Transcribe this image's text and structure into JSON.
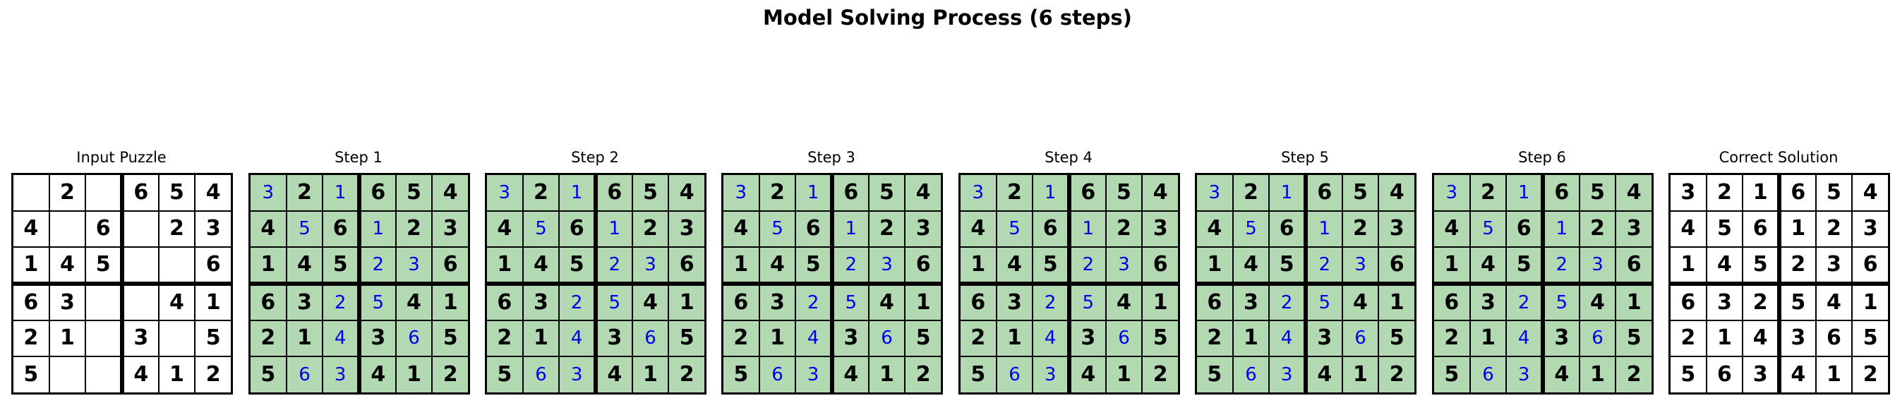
{
  "title": "Model Solving Process (6 steps)",
  "colors": {
    "correct_cell_bg": "#b2d9b2",
    "empty_cell_bg": "#ffffff",
    "given_digit": "#000000",
    "filled_digit": "#0000ee"
  },
  "panels": [
    {
      "label": "Input Puzzle",
      "kind": "input",
      "grid": [
        [
          "",
          "2",
          "",
          "6",
          "5",
          "4"
        ],
        [
          "4",
          "",
          "6",
          "",
          "2",
          "3"
        ],
        [
          "1",
          "4",
          "5",
          "",
          "",
          "6"
        ],
        [
          "6",
          "3",
          "",
          "",
          "4",
          "1"
        ],
        [
          "2",
          "1",
          "",
          "3",
          "",
          "5"
        ],
        [
          "5",
          "",
          "",
          "4",
          "1",
          "2"
        ]
      ]
    },
    {
      "label": "Step 1",
      "kind": "step",
      "grid": [
        [
          "3",
          "2",
          "1",
          "6",
          "5",
          "4"
        ],
        [
          "4",
          "5",
          "6",
          "1",
          "2",
          "3"
        ],
        [
          "1",
          "4",
          "5",
          "2",
          "3",
          "6"
        ],
        [
          "6",
          "3",
          "2",
          "5",
          "4",
          "1"
        ],
        [
          "2",
          "1",
          "4",
          "3",
          "6",
          "5"
        ],
        [
          "5",
          "6",
          "3",
          "4",
          "1",
          "2"
        ]
      ]
    },
    {
      "label": "Step 2",
      "kind": "step",
      "grid": [
        [
          "3",
          "2",
          "1",
          "6",
          "5",
          "4"
        ],
        [
          "4",
          "5",
          "6",
          "1",
          "2",
          "3"
        ],
        [
          "1",
          "4",
          "5",
          "2",
          "3",
          "6"
        ],
        [
          "6",
          "3",
          "2",
          "5",
          "4",
          "1"
        ],
        [
          "2",
          "1",
          "4",
          "3",
          "6",
          "5"
        ],
        [
          "5",
          "6",
          "3",
          "4",
          "1",
          "2"
        ]
      ]
    },
    {
      "label": "Step 3",
      "kind": "step",
      "grid": [
        [
          "3",
          "2",
          "1",
          "6",
          "5",
          "4"
        ],
        [
          "4",
          "5",
          "6",
          "1",
          "2",
          "3"
        ],
        [
          "1",
          "4",
          "5",
          "2",
          "3",
          "6"
        ],
        [
          "6",
          "3",
          "2",
          "5",
          "4",
          "1"
        ],
        [
          "2",
          "1",
          "4",
          "3",
          "6",
          "5"
        ],
        [
          "5",
          "6",
          "3",
          "4",
          "1",
          "2"
        ]
      ]
    },
    {
      "label": "Step 4",
      "kind": "step",
      "grid": [
        [
          "3",
          "2",
          "1",
          "6",
          "5",
          "4"
        ],
        [
          "4",
          "5",
          "6",
          "1",
          "2",
          "3"
        ],
        [
          "1",
          "4",
          "5",
          "2",
          "3",
          "6"
        ],
        [
          "6",
          "3",
          "2",
          "5",
          "4",
          "1"
        ],
        [
          "2",
          "1",
          "4",
          "3",
          "6",
          "5"
        ],
        [
          "5",
          "6",
          "3",
          "4",
          "1",
          "2"
        ]
      ]
    },
    {
      "label": "Step 5",
      "kind": "step",
      "grid": [
        [
          "3",
          "2",
          "1",
          "6",
          "5",
          "4"
        ],
        [
          "4",
          "5",
          "6",
          "1",
          "2",
          "3"
        ],
        [
          "1",
          "4",
          "5",
          "2",
          "3",
          "6"
        ],
        [
          "6",
          "3",
          "2",
          "5",
          "4",
          "1"
        ],
        [
          "2",
          "1",
          "4",
          "3",
          "6",
          "5"
        ],
        [
          "5",
          "6",
          "3",
          "4",
          "1",
          "2"
        ]
      ]
    },
    {
      "label": "Step 6",
      "kind": "step",
      "grid": [
        [
          "3",
          "2",
          "1",
          "6",
          "5",
          "4"
        ],
        [
          "4",
          "5",
          "6",
          "1",
          "2",
          "3"
        ],
        [
          "1",
          "4",
          "5",
          "2",
          "3",
          "6"
        ],
        [
          "6",
          "3",
          "2",
          "5",
          "4",
          "1"
        ],
        [
          "2",
          "1",
          "4",
          "3",
          "6",
          "5"
        ],
        [
          "5",
          "6",
          "3",
          "4",
          "1",
          "2"
        ]
      ]
    },
    {
      "label": "Correct Solution",
      "kind": "solution",
      "grid": [
        [
          "3",
          "2",
          "1",
          "6",
          "5",
          "4"
        ],
        [
          "4",
          "5",
          "6",
          "1",
          "2",
          "3"
        ],
        [
          "1",
          "4",
          "5",
          "2",
          "3",
          "6"
        ],
        [
          "6",
          "3",
          "2",
          "5",
          "4",
          "1"
        ],
        [
          "2",
          "1",
          "4",
          "3",
          "6",
          "5"
        ],
        [
          "5",
          "6",
          "3",
          "4",
          "1",
          "2"
        ]
      ]
    }
  ]
}
